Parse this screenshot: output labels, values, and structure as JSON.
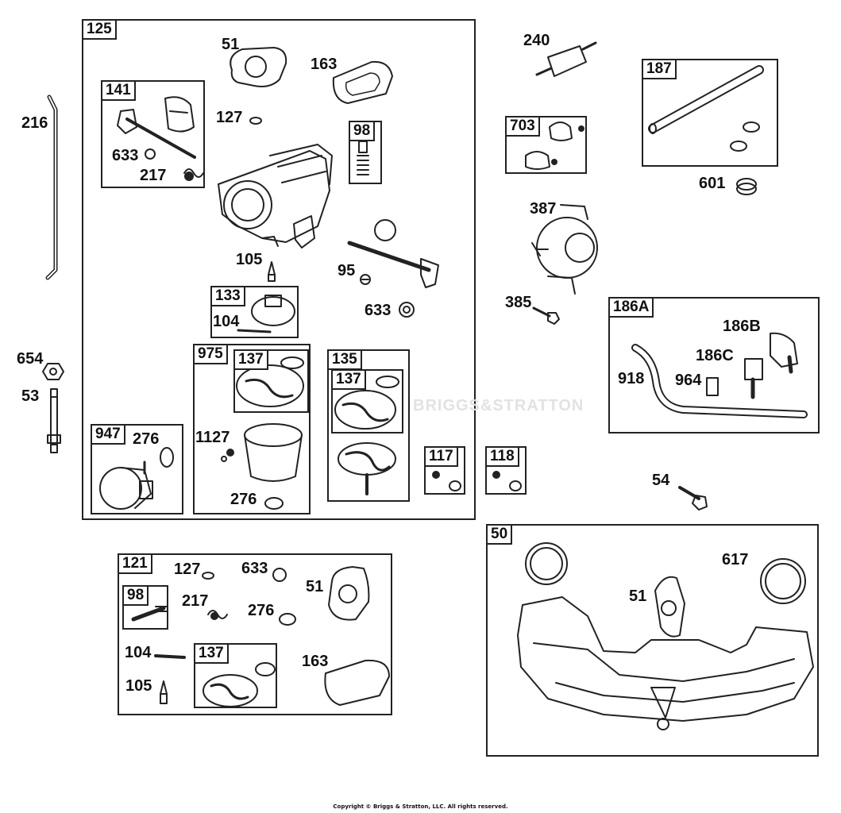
{
  "boxes": {
    "b125": "125",
    "b141": "141",
    "b98a": "98",
    "b133": "133",
    "b975": "975",
    "b137a": "137",
    "b135": "135",
    "b137b": "137",
    "b947": "947",
    "b117": "117",
    "b118": "118",
    "b703": "703",
    "b187": "187",
    "b186A": "186A",
    "b50": "50",
    "b121": "121",
    "b98b": "98",
    "b137c": "137"
  },
  "labels": {
    "l51a": "51",
    "l163a": "163",
    "l127a": "127",
    "l633a": "633",
    "l217a": "217",
    "l105a": "105",
    "l95": "95",
    "l633b": "633",
    "l104a": "104",
    "l276a": "276",
    "l1127": "1127",
    "l276b": "276",
    "l216": "216",
    "l654": "654",
    "l53": "53",
    "l240": "240",
    "l601": "601",
    "l387": "387",
    "l385": "385",
    "l186B": "186B",
    "l186C": "186C",
    "l918": "918",
    "l964": "964",
    "l54": "54",
    "l617": "617",
    "l51b": "51",
    "l127b": "127",
    "l633c": "633",
    "l217b": "217",
    "l276c": "276",
    "l51c": "51",
    "l104b": "104",
    "l105b": "105",
    "l163b": "163"
  },
  "watermark": "BRIGGS&STRATTON",
  "copyright": "Copyright © Briggs & Stratton, LLC. All rights reserved."
}
